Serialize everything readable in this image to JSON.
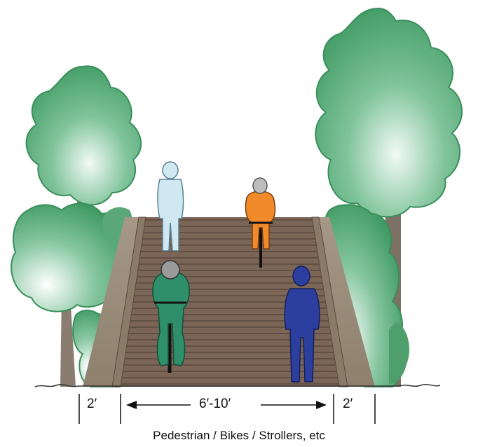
{
  "dimensions": {
    "left_shoulder": "2′",
    "trail_width": "6′-10′",
    "right_shoulder": "2′"
  },
  "caption": "Pedestrian / Bikes / Strollers, etc",
  "colors": {
    "foliage": "#3f9a63",
    "foliage_light": "#e6f4ec",
    "trunk": "#7d7064",
    "boardwalk": "#7a6557",
    "plank_line": "#5a4a3f",
    "edge_board": "#8a7a68",
    "cyclist_green": "#2f8f6b",
    "cyclist_orange": "#f08a2b",
    "pedestrian_blue": "#2d3f9e",
    "pedestrian_pale": "#cfe8f2"
  },
  "figures": [
    "pedestrian-pale",
    "cyclist-orange",
    "cyclist-green",
    "pedestrian-blue"
  ]
}
